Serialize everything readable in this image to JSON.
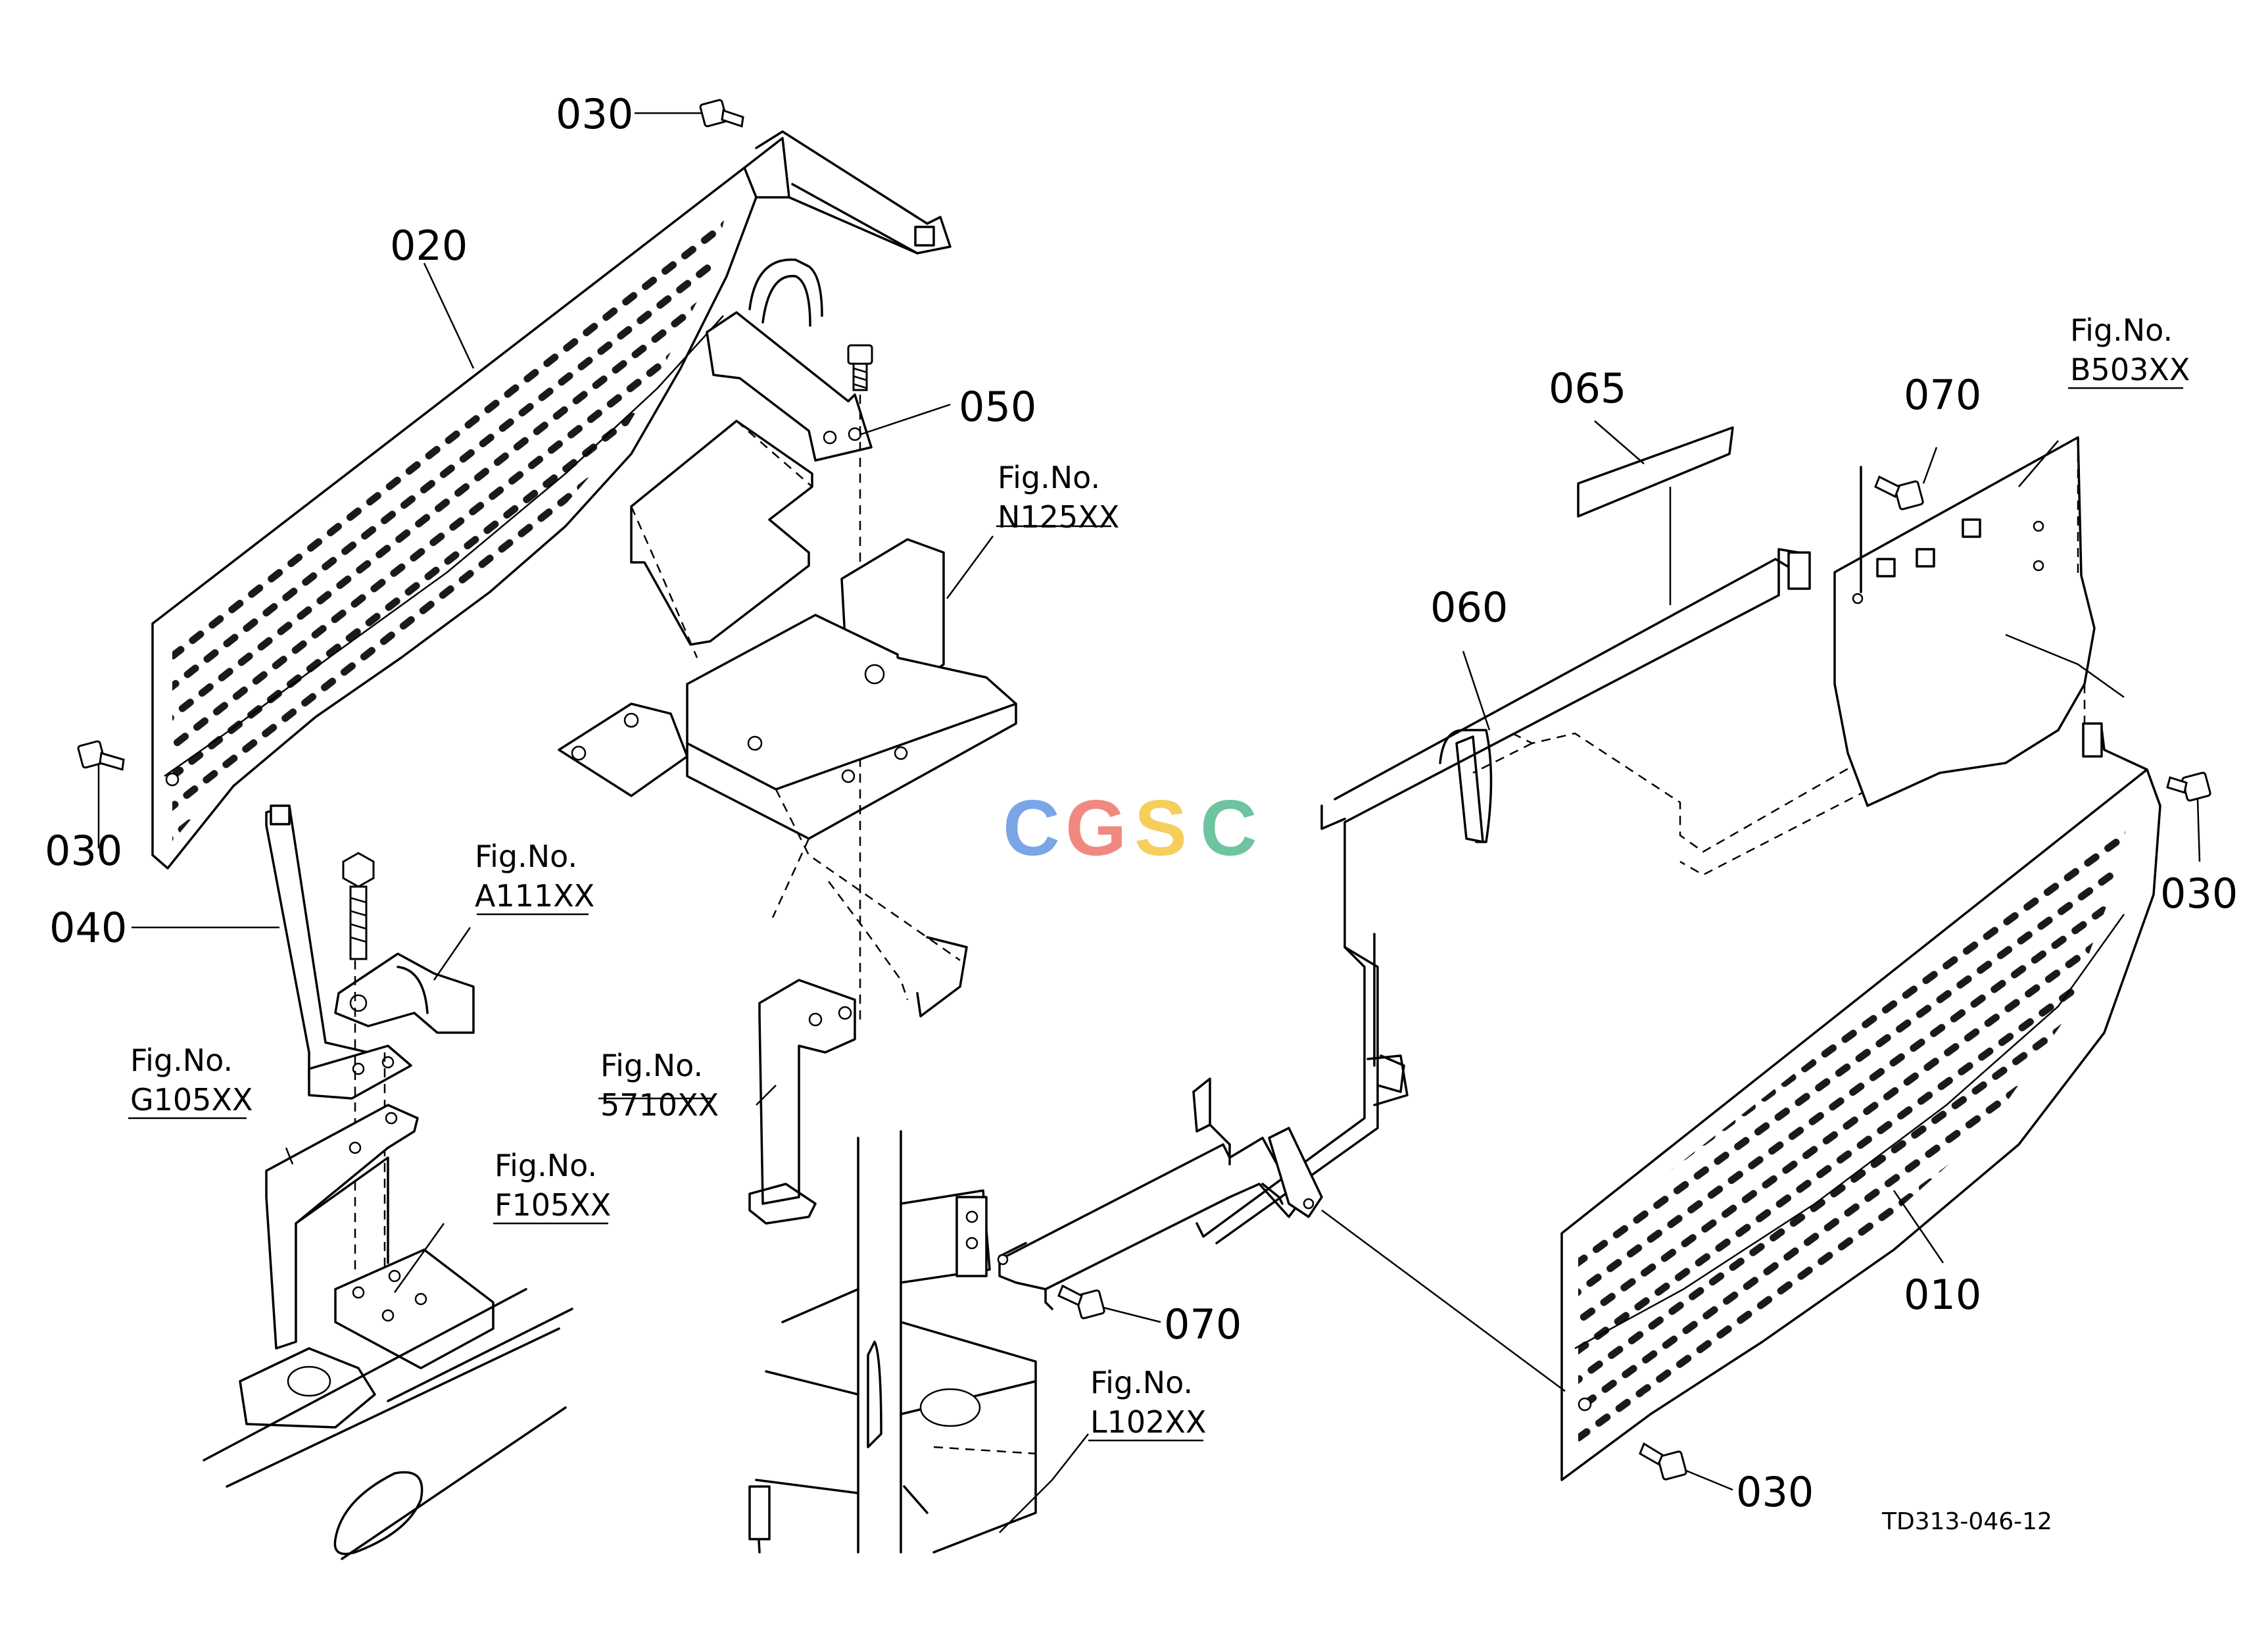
{
  "part_numbers": {
    "p010": "010",
    "p020": "020",
    "p030": "030",
    "p040": "040",
    "p050": "050",
    "p060": "060",
    "p065": "065",
    "p070": "070"
  },
  "fig_refs": {
    "prefix": "Fig.No.",
    "a111": "A111XX",
    "b503": "B503XX",
    "f105": "F105XX",
    "g105": "G105XX",
    "l102": "L102XX",
    "n125": "N125XX",
    "s5710": "5710XX"
  },
  "drawing_code": "TD313-046-12",
  "watermark": {
    "letters": [
      "C",
      "G",
      "S",
      "C"
    ],
    "colors": [
      "#7aa6e8",
      "#f08a80",
      "#f5cf5a",
      "#6fc4a0"
    ]
  }
}
